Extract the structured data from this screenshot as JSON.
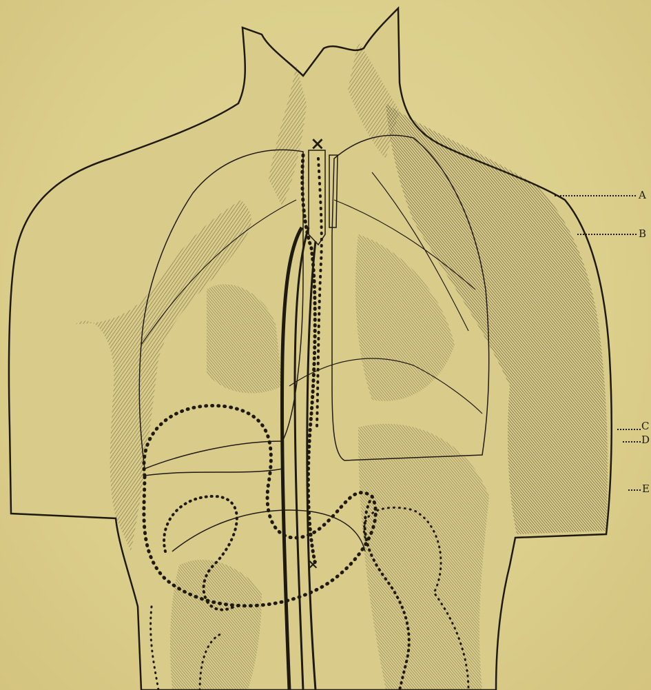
{
  "figure": {
    "callout_labels": {
      "A": "A",
      "B": "B",
      "C": "C",
      "D": "D",
      "E": "E"
    },
    "marks": {
      "upper_cross": "×",
      "lower_cross": "×"
    },
    "colors": {
      "paper": "#ddd08e",
      "ink": "#1f1a10",
      "shade": "#6f6240",
      "deep_shade": "#3f3624"
    }
  }
}
